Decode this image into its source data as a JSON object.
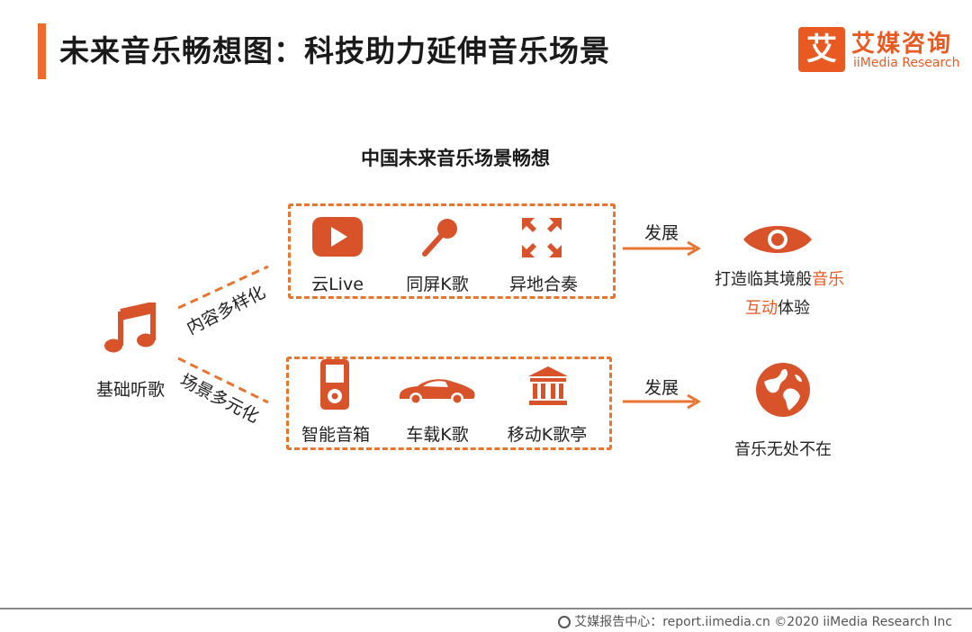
{
  "header": {
    "title": "未来音乐畅想图：科技助力延伸音乐场景",
    "logo_glyph": "艾",
    "logo_cn": "艾媒咨询",
    "logo_en": "iiMedia Research"
  },
  "diagram": {
    "title": "中国未来音乐场景畅想",
    "origin": {
      "label": "基础听歌",
      "icon": "music-note-icon"
    },
    "branch_top_label": "内容多样化",
    "branch_bottom_label": "场景多元化",
    "top_items": [
      {
        "label": "云Live",
        "icon": "play-button-icon"
      },
      {
        "label": "同屏K歌",
        "icon": "microphone-icon"
      },
      {
        "label": "异地合奏",
        "icon": "expand-arrows-icon"
      }
    ],
    "bottom_items": [
      {
        "label": "智能音箱",
        "icon": "smart-speaker-icon"
      },
      {
        "label": "车载K歌",
        "icon": "car-icon"
      },
      {
        "label": "移动K歌亭",
        "icon": "kiosk-building-icon"
      }
    ],
    "arrow_label_top": "发展",
    "arrow_label_bottom": "发展",
    "result_top": {
      "icon": "eye-icon",
      "line1_plain": "打造临其境般",
      "line1_highlight": "音乐",
      "line2_highlight": "互动",
      "line2_plain": "体验"
    },
    "result_bottom": {
      "icon": "globe-icon",
      "label": "音乐无处不在"
    }
  },
  "colors": {
    "accent": "#e85a22",
    "dash": "#e8742f",
    "icon": "#d9532a"
  },
  "footer": {
    "source": "艾媒报告中心：report.iimedia.cn ©2020 iiMedia Research Inc"
  }
}
